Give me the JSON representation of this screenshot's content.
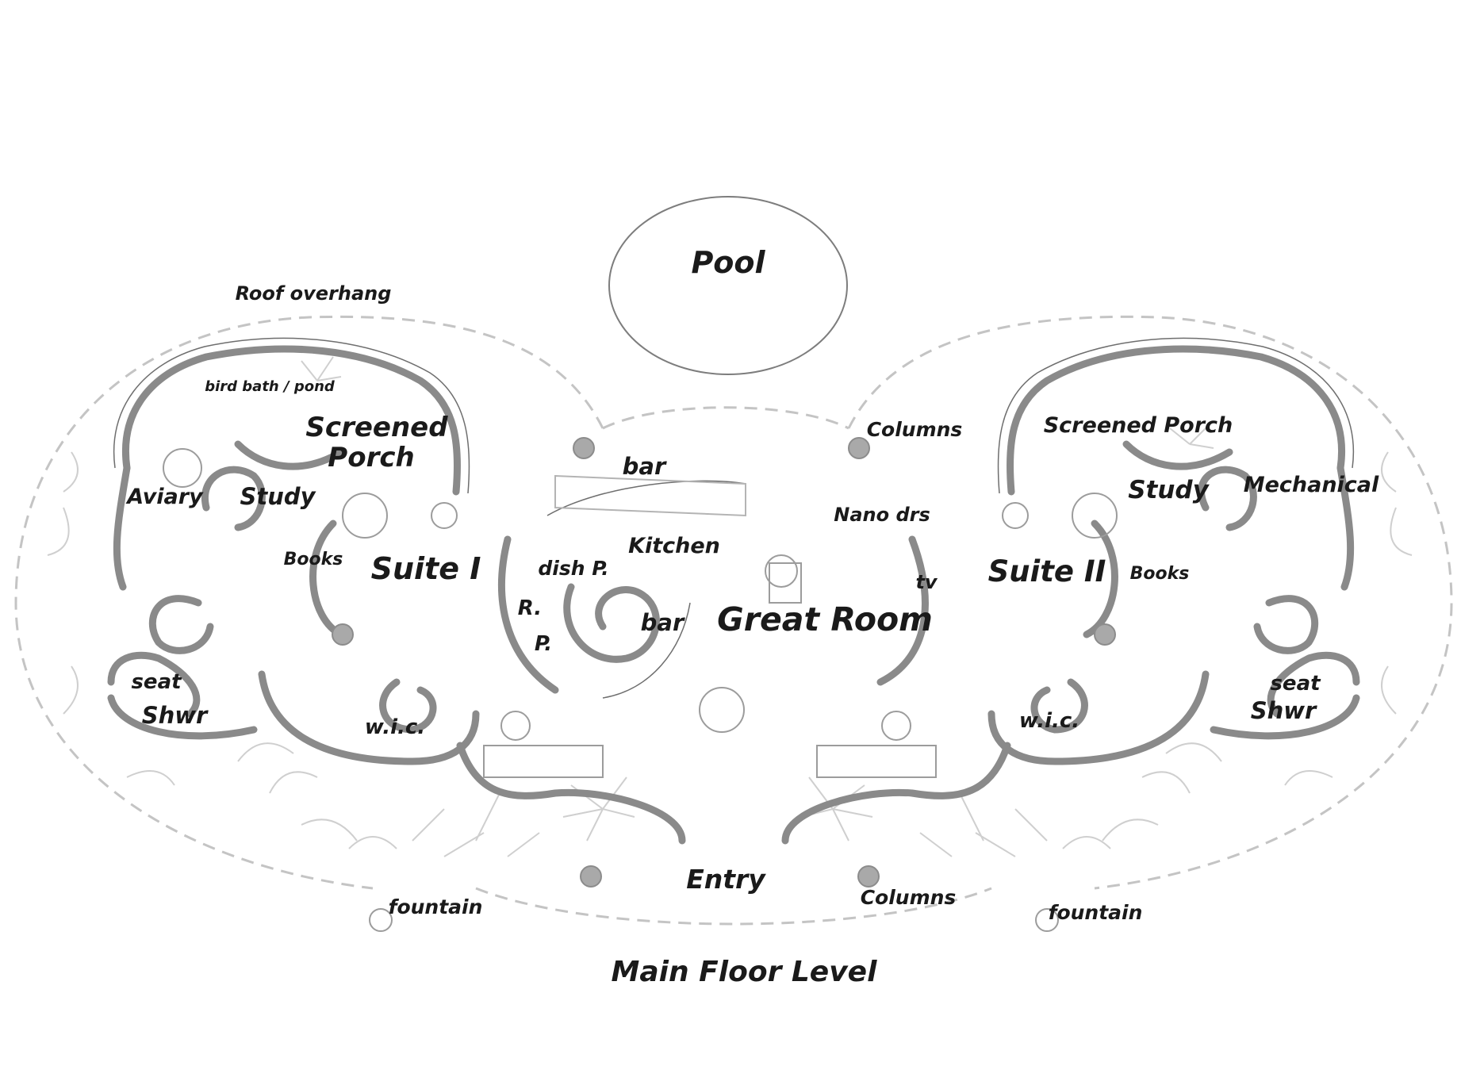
{
  "title": "Main Floor Level",
  "labels": {
    "pool": "Pool",
    "roof_overhang": "Roof overhang",
    "bird_bath": "bird bath / pond",
    "screened_porch_1": "Screened",
    "screened_porch_1b": "Porch",
    "screened_porch_2": "Screened Porch",
    "aviary": "Aviary",
    "study_1": "Study",
    "study_2": "Study",
    "mechanical": "Mechanical",
    "books_1": "Books",
    "books_2": "Books",
    "suite_1": "Suite I",
    "suite_2": "Suite II",
    "columns_top": "Columns",
    "columns_bottom": "Columns",
    "bar_top": "bar",
    "bar_bottom": "bar",
    "kitchen": "Kitchen",
    "dish_p": "dish P.",
    "r": "R.",
    "p": "P.",
    "nano_drs": "Nano drs",
    "tv": "tv",
    "great_room": "Great Room",
    "seat_1": "seat",
    "shwr_1": "Shwr",
    "seat_2": "seat",
    "shwr_2": "Shwr",
    "wic_1": "w.i.c.",
    "wic_2": "w.i.c.",
    "entry": "Entry",
    "fountain_1": "fountain",
    "fountain_2": "fountain"
  }
}
